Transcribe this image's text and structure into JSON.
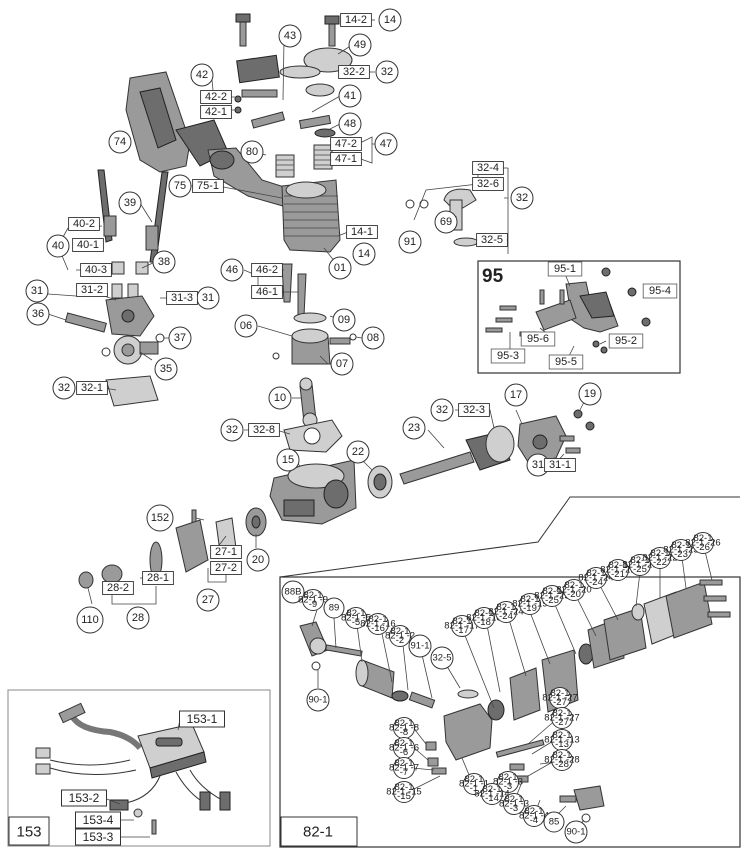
{
  "callouts": [
    {
      "id": "14",
      "label": "14"
    },
    {
      "id": "14-2",
      "label": "14-2"
    },
    {
      "id": "43",
      "label": "43"
    },
    {
      "id": "49",
      "label": "49"
    },
    {
      "id": "32-2",
      "label": "32-2"
    },
    {
      "id": "32a",
      "label": "32"
    },
    {
      "id": "42",
      "label": "42"
    },
    {
      "id": "42-2",
      "label": "42-2"
    },
    {
      "id": "42-1",
      "label": "42-1"
    },
    {
      "id": "41",
      "label": "41"
    },
    {
      "id": "74",
      "label": "74"
    },
    {
      "id": "48",
      "label": "48"
    },
    {
      "id": "47-2",
      "label": "47-2"
    },
    {
      "id": "47",
      "label": "47"
    },
    {
      "id": "47-1",
      "label": "47-1"
    },
    {
      "id": "80",
      "label": "80"
    },
    {
      "id": "75",
      "label": "75"
    },
    {
      "id": "75-1",
      "label": "75-1"
    },
    {
      "id": "39",
      "label": "39"
    },
    {
      "id": "40-2",
      "label": "40-2"
    },
    {
      "id": "40",
      "label": "40"
    },
    {
      "id": "40-1",
      "label": "40-1"
    },
    {
      "id": "40-3",
      "label": "40-3"
    },
    {
      "id": "14-1",
      "label": "14-1"
    },
    {
      "id": "14b",
      "label": "14"
    },
    {
      "id": "01",
      "label": "01"
    },
    {
      "id": "38",
      "label": "38"
    },
    {
      "id": "46",
      "label": "46"
    },
    {
      "id": "46-2",
      "label": "46-2"
    },
    {
      "id": "46-1",
      "label": "46-1"
    },
    {
      "id": "31a",
      "label": "31"
    },
    {
      "id": "31-2",
      "label": "31-2"
    },
    {
      "id": "31-3",
      "label": "31-3"
    },
    {
      "id": "31b",
      "label": "31"
    },
    {
      "id": "36",
      "label": "36"
    },
    {
      "id": "09",
      "label": "09"
    },
    {
      "id": "06",
      "label": "06"
    },
    {
      "id": "08",
      "label": "08"
    },
    {
      "id": "37",
      "label": "37"
    },
    {
      "id": "07",
      "label": "07"
    },
    {
      "id": "35",
      "label": "35"
    },
    {
      "id": "32b",
      "label": "32"
    },
    {
      "id": "32-1",
      "label": "32-1"
    },
    {
      "id": "10",
      "label": "10"
    },
    {
      "id": "32c",
      "label": "32"
    },
    {
      "id": "32-8",
      "label": "32-8"
    },
    {
      "id": "22",
      "label": "22"
    },
    {
      "id": "15",
      "label": "15"
    },
    {
      "id": "32-4",
      "label": "32-4"
    },
    {
      "id": "32-6",
      "label": "32-6"
    },
    {
      "id": "32d",
      "label": "32"
    },
    {
      "id": "69",
      "label": "69"
    },
    {
      "id": "91",
      "label": "91"
    },
    {
      "id": "32-5",
      "label": "32-5"
    },
    {
      "id": "32e",
      "label": "32"
    },
    {
      "id": "32-3",
      "label": "32-3"
    },
    {
      "id": "17",
      "label": "17"
    },
    {
      "id": "19",
      "label": "19"
    },
    {
      "id": "23",
      "label": "23"
    },
    {
      "id": "31c",
      "label": "31"
    },
    {
      "id": "31-1",
      "label": "31-1"
    },
    {
      "id": "152",
      "label": "152"
    },
    {
      "id": "27-1",
      "label": "27-1"
    },
    {
      "id": "27-2",
      "label": "27-2"
    },
    {
      "id": "27",
      "label": "27"
    },
    {
      "id": "20",
      "label": "20"
    },
    {
      "id": "28-2",
      "label": "28-2"
    },
    {
      "id": "28-1",
      "label": "28-1"
    },
    {
      "id": "28",
      "label": "28"
    },
    {
      "id": "110",
      "label": "110"
    }
  ],
  "box95": {
    "title": "95",
    "labels": [
      "95-1",
      "95-4",
      "95-6",
      "95-2",
      "95-3",
      "95-5"
    ]
  },
  "box153": {
    "title": "153",
    "labels": [
      "153-1",
      "153-2",
      "153-4",
      "153-3"
    ]
  },
  "box821": {
    "title": "82-1",
    "callouts": [
      {
        "id": "88B",
        "label": "88B"
      },
      {
        "id": "82-1-9",
        "label": "82-1 -9"
      },
      {
        "id": "89",
        "label": "89"
      },
      {
        "id": "82-1-5",
        "label": "82-1 -5"
      },
      {
        "id": "82-1-16",
        "label": "82-1 -16"
      },
      {
        "id": "82-1-2",
        "label": "82-1 -2"
      },
      {
        "id": "91-1",
        "label": "91-1"
      },
      {
        "id": "32-5b",
        "label": "32-5"
      },
      {
        "id": "82-1-17",
        "label": "82-1 -17"
      },
      {
        "id": "82-1-18",
        "label": "82-1 -18"
      },
      {
        "id": "82-1-24",
        "label": "82-1 -24"
      },
      {
        "id": "82-1-19",
        "label": "82-1 -19"
      },
      {
        "id": "82-1-25",
        "label": "82-1 -25"
      },
      {
        "id": "82-1-20",
        "label": "82-1 -20"
      },
      {
        "id": "82-1-24b",
        "label": "82-1 -24"
      },
      {
        "id": "82-1-21",
        "label": "82-1 -21"
      },
      {
        "id": "82-1-25b",
        "label": "82-1 -25"
      },
      {
        "id": "82-1-22",
        "label": "82-1 -22"
      },
      {
        "id": "82-1-23",
        "label": "82-1 -23"
      },
      {
        "id": "82-1-26",
        "label": "82-1 -26"
      },
      {
        "id": "90-1",
        "label": "90-1"
      },
      {
        "id": "82-1-8",
        "label": "82-1 -8"
      },
      {
        "id": "82-1-6",
        "label": "82-1 -6"
      },
      {
        "id": "82-1-7",
        "label": "82-1 -7"
      },
      {
        "id": "82-1-27",
        "label": "82-1 -27"
      },
      {
        "id": "82-1-15",
        "label": "82-1 -15"
      },
      {
        "id": "82-1-1",
        "label": "82-1 -1"
      },
      {
        "id": "82-1-27b",
        "label": "82-1 -27"
      },
      {
        "id": "82-1-13",
        "label": "82-1 -13"
      },
      {
        "id": "82-1-3",
        "label": "82-1 -3"
      },
      {
        "id": "82-1-28",
        "label": "82-1 -28"
      },
      {
        "id": "82-1-14",
        "label": "82-1 -14"
      },
      {
        "id": "82-1-3b",
        "label": "82-1 -3"
      },
      {
        "id": "82-1-4",
        "label": "82-1 -4"
      },
      {
        "id": "85",
        "label": "85"
      },
      {
        "id": "90-1b",
        "label": "90-1"
      }
    ]
  }
}
